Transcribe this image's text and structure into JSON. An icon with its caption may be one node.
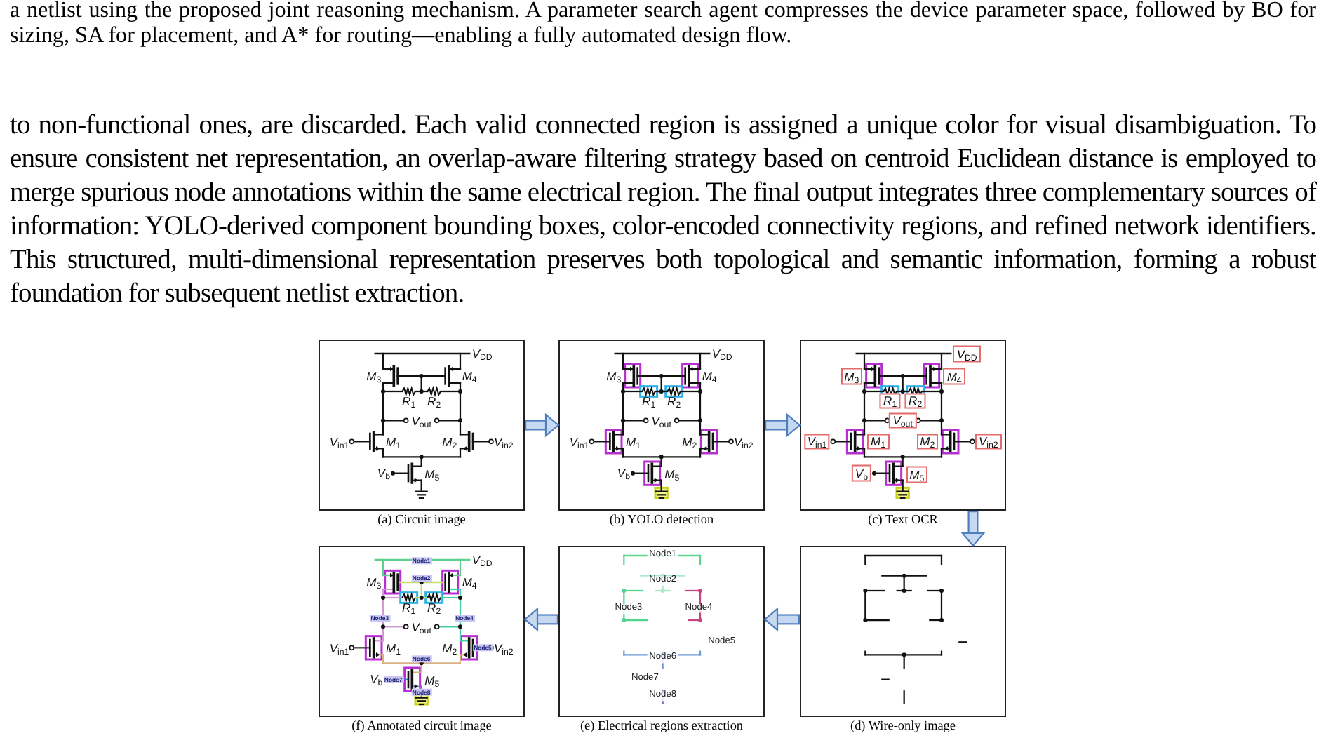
{
  "diagram": {
    "nodes": [
      {
        "text": [
          "*V*$_{DD}$",
          "*M*$_{3}$",
          "*M*$_{4}$",
          "*R*$_{1}$",
          "*R*$_{2}$",
          "*V*$_{out}$",
          "*V*$_{in1}$",
          "*M*$_{1}$",
          "*M*$_{2}$",
          "*V*$_{in2}$",
          "*V*$_{b}$",
          "*M*$_{5}$"
        ],
        "beside": [
          "(a) Circuit image"
        ]
      },
      {
        "text": [
          "*V*$_{DD}$",
          "*M*$_{3}$",
          "*M*$_{4}$",
          "*R*$_{1}$",
          "*R*$_{2}$",
          "*V*$_{out}$",
          "*V*$_{in1}$",
          "*M*$_{1}$",
          "*M*$_{2}$",
          "*V*$_{in2}$",
          "*V*$_{b}$",
          "*M*$_{5}$"
        ],
        "beside": [
          "(b) YOLO detection"
        ]
      },
      {
        "text": [
          "*V*$_{DD}$",
          "*M*$_{3}$",
          "*M*$_{4}$",
          "*R*$_{1}$",
          "*R*$_{2}$",
          "*V*$_{out}$",
          "*V*$_{in1}$",
          "*M*$_{1}$",
          "*M*$_{2}$",
          "*V*$_{in2}$",
          "*V*$_{b}$",
          "*M*$_{5}$"
        ],
        "beside": [
          "(c) Text OCR"
        ]
      },
      {
        "text": [],
        "shape": "picture",
        "beside": [
          "(d) Wire-only image"
        ]
      },
      {
        "text": [
          "Node1",
          "Node2",
          "Node3",
          "Node4",
          "Node5",
          "Node6",
          "Node7",
          "Node8"
        ],
        "beside": [
          "(e) Electrical regions extraction"
        ]
      },
      {
        "text": [
          "Node1",
          "*V*$_{DD}$",
          "*M*$_{3}$",
          "Node2",
          "*M*$_{4}$",
          "*R*$_{1}$",
          "*R*$_{2}$",
          "Node3",
          "Node4",
          "*V*$_{out}$",
          "*V*$_{in1}$",
          "*M*$_{1}$",
          "*M*$_{2}$",
          "Node5",
          "*V*$_{in2}$",
          "Node6",
          "*V*$_{b}$",
          "Node7",
          "*M*$_{5}$",
          "Node8"
        ],
        "beside": [
          "(f) Annotated circuit image"
        ]
      }
    ],
    "edges": [
      {
        "from": 0,
        "to": 1,
        "arrow": "to"
      },
      {
        "from": 1,
        "to": 2,
        "arrow": "to"
      },
      {
        "from": 2,
        "to": 3,
        "arrow": "to"
      },
      {
        "from": 3,
        "to": 4,
        "arrow": "to"
      },
      {
        "from": 4,
        "to": 5,
        "arrow": "to"
      }
    ],
    "labels": [
      "a netlist using the proposed joint reasoning mechanism. A parameter search agent compresses the device parameter space, followed by BO for sizing, SA for placement, and A* for routing—enabling a fully automated design flow.",
      "to non-functional ones, are discarded. Each valid connected region is assigned a unique color for visual disambiguation. To ensure consistent net representation, an overlap-aware filtering strategy based on centroid Euclidean distance is employed to merge spurious node annotations within the same electrical region. The final output integrates three complementary sources of information: YOLO-derived component bounding boxes, color-encoded connectivity regions, and refined network identifiers. This structured, multi-dimensional representation preserves both topological and semantic information, forming a robust foundation for subsequent netlist extraction."
    ]
  }
}
